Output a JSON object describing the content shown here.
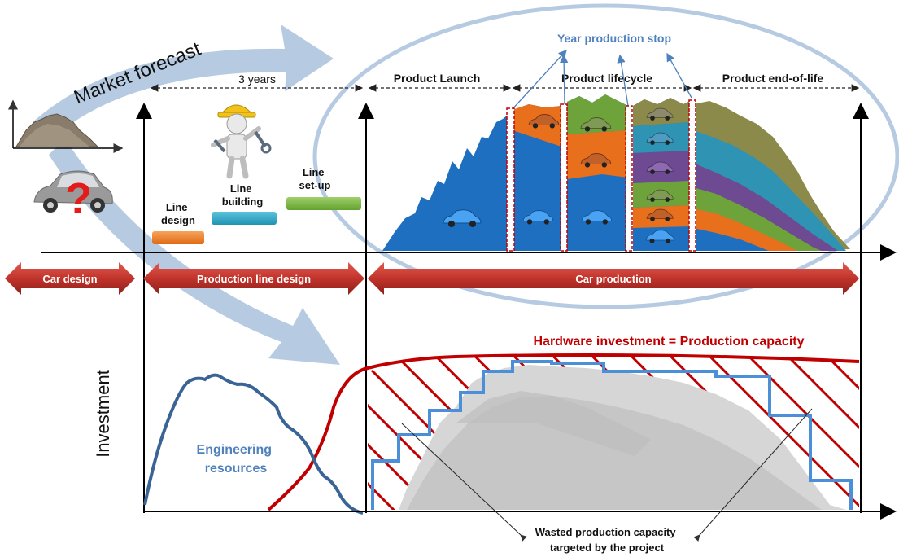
{
  "top_labels": {
    "market_forecast": "Market forecast",
    "three_years": "3 years",
    "product_launch": "Product Launch",
    "product_lifecycle": "Product lifecycle",
    "product_end_of_life": "Product end-of-life",
    "year_production_stop": "Year production stop"
  },
  "line_steps": [
    {
      "lines": [
        "Line",
        "design"
      ],
      "color": "#ef7d22"
    },
    {
      "lines": [
        "Line",
        "building"
      ],
      "color": "#2aa7c6"
    },
    {
      "lines": [
        "Line",
        "set-up"
      ],
      "color": "#79b342"
    }
  ],
  "phases": {
    "car_design": "Car design",
    "production_line_design": "Production line design",
    "car_production": "Car production"
  },
  "bottom_labels": {
    "investment_axis": "Investment",
    "engineering_resources": [
      "Engineering",
      "resources"
    ],
    "hardware_investment": "Hardware investment = Production capacity",
    "wasted_capacity": [
      "Wasted production capacity",
      "targeted by the project"
    ]
  },
  "colors": {
    "arrow_red": "#c0342c",
    "capacity_red": "#c00000",
    "step_blue": "#4a8fd8",
    "engineering_blue": "#3a6396",
    "label_blue": "#4f81bd",
    "band_blue": "#1f6fc0",
    "band_orange": "#e86f1c",
    "band_green": "#6ea33b",
    "band_teal": "#2f93b3",
    "band_purple": "#6d4a92",
    "band_olive": "#8c8a4a",
    "ghost_arrow": "#a9c2dd",
    "ellipse": "#b6cbe2"
  }
}
